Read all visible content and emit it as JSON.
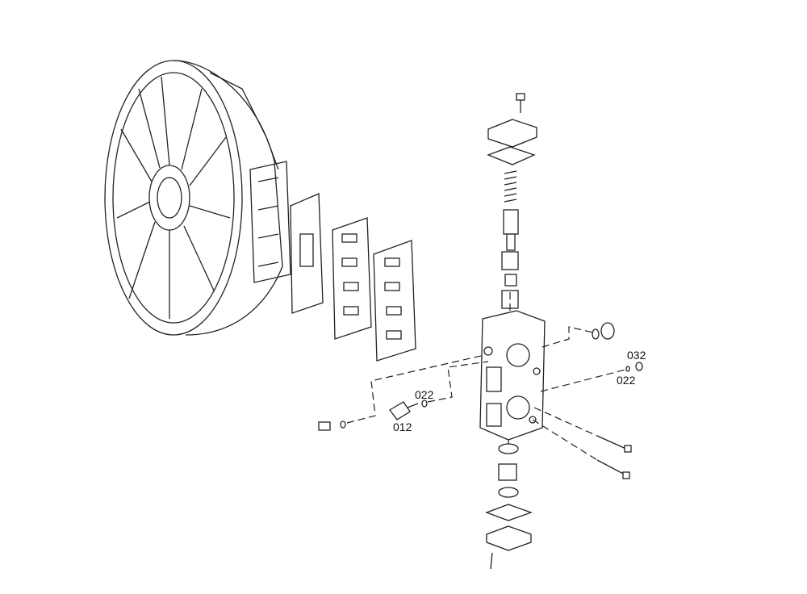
{
  "diagram": {
    "type": "exploded parts view",
    "labels": {
      "o_ring_left": "022",
      "fitting_left": "012",
      "plug_right": "032",
      "o_ring_right": "022"
    }
  }
}
